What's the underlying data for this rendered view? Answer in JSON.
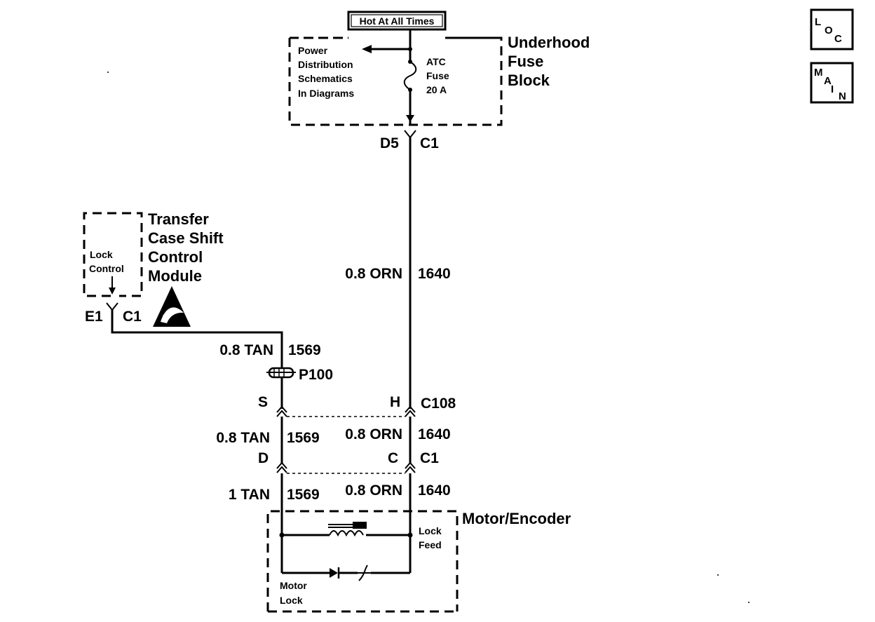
{
  "header": {
    "hot_label": "Hot At All Times"
  },
  "fuse_block": {
    "title_lines": [
      "Underhood",
      "Fuse",
      "Block"
    ],
    "ref_lines": [
      "Power",
      "Distribution",
      "Schematics",
      "In  Diagrams"
    ],
    "fuse_lines": [
      "ATC",
      "Fuse",
      "20 A"
    ]
  },
  "connector_top": {
    "pin": "D5",
    "conn": "C1"
  },
  "wire_orn": {
    "label": "0.8 ORN",
    "circuit": "1640"
  },
  "module": {
    "title_lines": [
      "Transfer",
      "Case Shift",
      "Control",
      "Module"
    ],
    "inner_lines": [
      "Lock",
      "Control"
    ],
    "pin": "E1",
    "conn": "C1"
  },
  "wire_tan": {
    "label": "0.8 TAN",
    "circuit": "1569"
  },
  "splice": {
    "label": "P100"
  },
  "conn_c108": {
    "pin_left": "S",
    "pin_right": "H",
    "name": "C108"
  },
  "mid_wires": {
    "tan_label": "0.8 TAN",
    "tan_circuit": "1569",
    "orn_label": "0.8 ORN",
    "orn_circuit": "1640"
  },
  "conn_c1": {
    "pin_left": "D",
    "pin_right": "C",
    "name": "C1"
  },
  "bottom_wires": {
    "tan_label": "1 TAN",
    "tan_circuit": "1569",
    "orn_label": "0.8 ORN",
    "orn_circuit": "1640"
  },
  "motor": {
    "title": "Motor/Encoder",
    "feed_lines": [
      "Lock",
      "Feed"
    ],
    "motor_lines": [
      "Motor",
      "Lock"
    ]
  },
  "nav": {
    "loc": {
      "l1": "L",
      "l2": "O",
      "l3": "C"
    },
    "main": {
      "l1": "M",
      "l2": "A",
      "l3": "I",
      "l4": "N"
    }
  }
}
